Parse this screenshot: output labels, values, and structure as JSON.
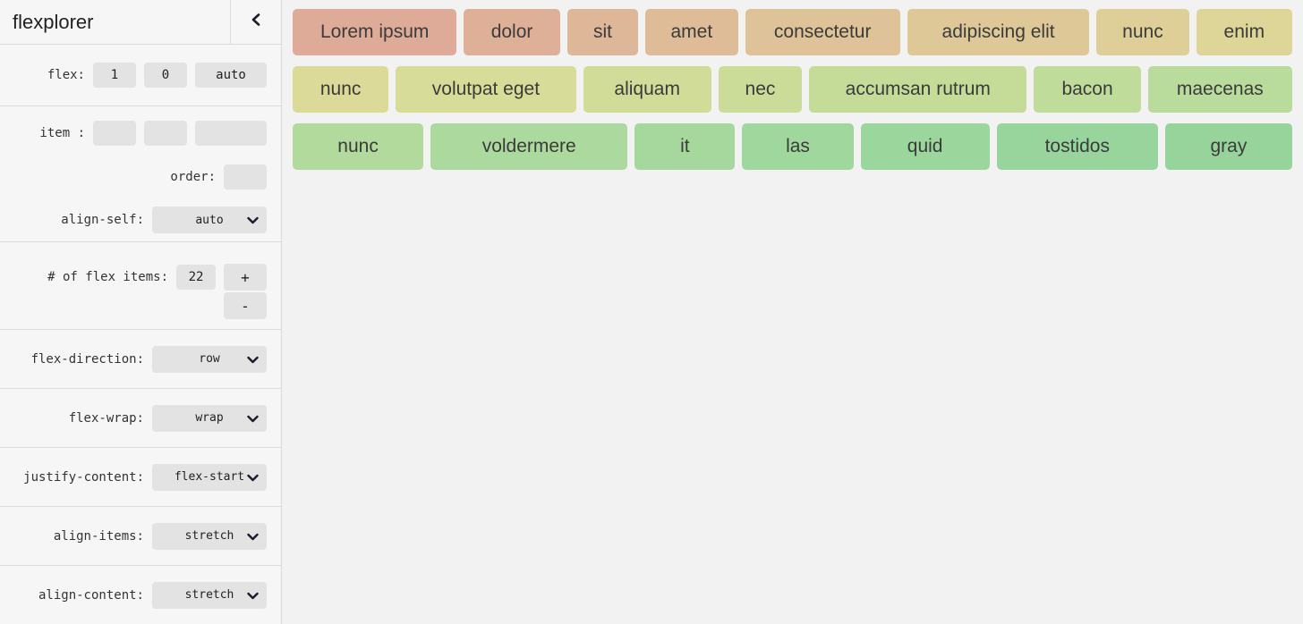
{
  "sidebar": {
    "title": "flexplorer",
    "flex_row": {
      "label": "flex:",
      "grow": "1",
      "shrink": "0",
      "basis": "auto"
    },
    "item_row": {
      "label": "item :",
      "grow": "",
      "shrink": "",
      "basis": ""
    },
    "order_row": {
      "label": "order:",
      "value": ""
    },
    "align_self": {
      "label": "align-self:",
      "value": "auto"
    },
    "count_row": {
      "label": "# of flex items:",
      "value": "22",
      "increment": "+",
      "decrement": "-"
    },
    "selects": [
      {
        "label": "flex-direction:",
        "value": "row"
      },
      {
        "label": "flex-wrap:",
        "value": "wrap"
      },
      {
        "label": "justify-content:",
        "value": "flex-start"
      },
      {
        "label": "align-items:",
        "value": "stretch"
      },
      {
        "label": "align-content:",
        "value": "stretch"
      }
    ]
  },
  "main": {
    "rows": [
      [
        {
          "label": "Lorem ipsum",
          "color": "#deab98",
          "basis": 180
        },
        {
          "label": "dolor",
          "color": "#deb098",
          "basis": 104
        },
        {
          "label": "sit",
          "color": "#deb698",
          "basis": 76
        },
        {
          "label": "amet",
          "color": "#debc98",
          "basis": 100
        },
        {
          "label": "consectetur",
          "color": "#dec298",
          "basis": 170
        },
        {
          "label": "adipiscing elit",
          "color": "#dec898",
          "basis": 200
        },
        {
          "label": "nunc",
          "color": "#decf98",
          "basis": 100
        },
        {
          "label": "enim",
          "color": "#ded598",
          "basis": 104
        }
      ],
      [
        {
          "label": "nunc",
          "color": "#dcda98",
          "basis": 104
        },
        {
          "label": "volutpat eget",
          "color": "#d7dc98",
          "basis": 198
        },
        {
          "label": "aliquam",
          "color": "#d1dc98",
          "basis": 140
        },
        {
          "label": "nec",
          "color": "#cbdc98",
          "basis": 90
        },
        {
          "label": "accumsan rutrum",
          "color": "#c5dc99",
          "basis": 240
        },
        {
          "label": "bacon",
          "color": "#bfdc9a",
          "basis": 116
        },
        {
          "label": "maecenas",
          "color": "#b9db9b",
          "basis": 158
        }
      ],
      [
        {
          "label": "nunc",
          "color": "#b2da9d",
          "basis": 144
        },
        {
          "label": "voldermere",
          "color": "#acd99d",
          "basis": 218
        },
        {
          "label": "it",
          "color": "#a6d89d",
          "basis": 110
        },
        {
          "label": "las",
          "color": "#a0d79d",
          "basis": 122
        },
        {
          "label": "quid",
          "color": "#9bd69c",
          "basis": 142
        },
        {
          "label": "tostidos",
          "color": "#98d59d",
          "basis": 178
        },
        {
          "label": "gray",
          "color": "#96d49c",
          "basis": 140
        }
      ]
    ]
  }
}
